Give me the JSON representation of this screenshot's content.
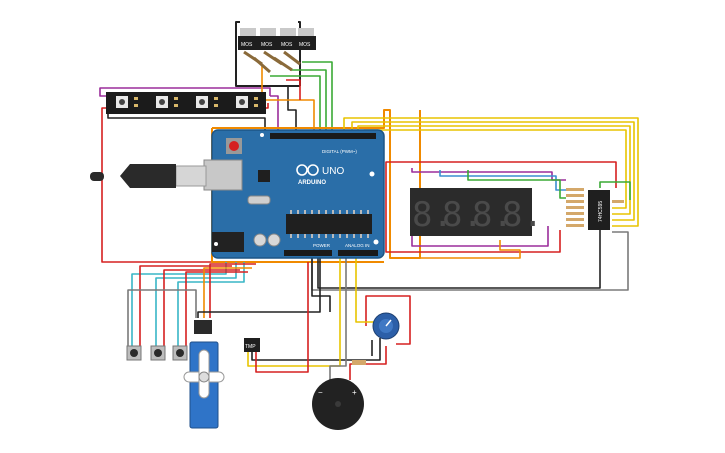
{
  "colors": {
    "board": "#2a6ea8",
    "board_edge": "#1d5585",
    "wire_red": "#d62020",
    "wire_orange": "#f08a00",
    "wire_yellow": "#e8c400",
    "wire_green": "#3aaa35",
    "wire_blue": "#3a8fd0",
    "wire_cyan": "#38b6c6",
    "wire_purple": "#9b2d9b",
    "wire_black": "#222222",
    "wire_gray": "#7a7a7a",
    "pot_blue": "#2c5fa8",
    "servo_blue": "#2f74c8"
  },
  "components": {
    "arduino": {
      "brand": "ARDUINO",
      "model": "UNO",
      "label_digital": "DIGITAL (PWM~)",
      "label_power": "POWER",
      "label_analog": "ANALOG IN"
    },
    "mosfets": {
      "count": 4,
      "label": "MOS"
    },
    "led_strip": {
      "count": 4
    },
    "seven_segment": {
      "digits": [
        "8.",
        "8.",
        "8.",
        "8."
      ]
    },
    "shift_register": {
      "label": "74HC595"
    },
    "buttons": {
      "count": 3
    },
    "temp_sensor": {
      "label": "TMP"
    },
    "buzzer": {
      "minus": "−",
      "plus": "+"
    },
    "servo": {},
    "potentiometer": {}
  }
}
